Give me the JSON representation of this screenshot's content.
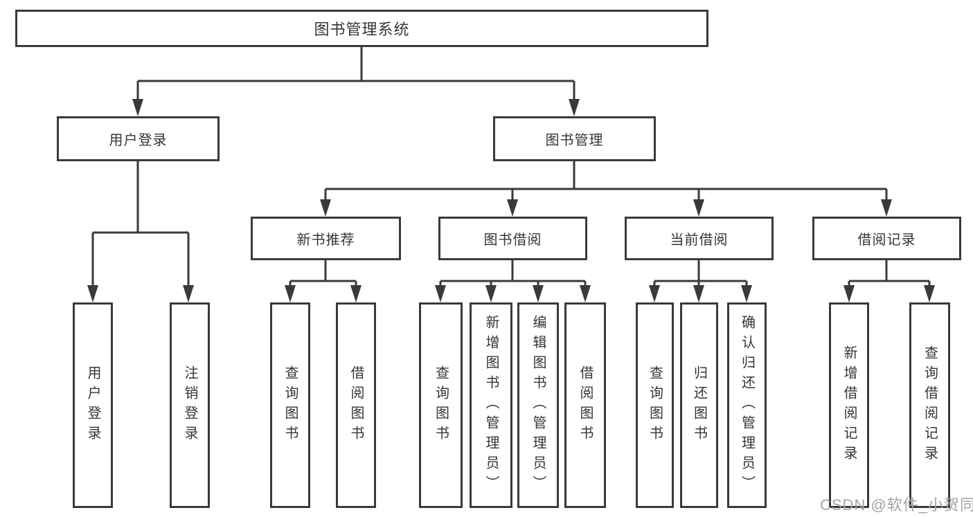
{
  "diagram": {
    "root": "图书管理系统",
    "level1": [
      "用户登录",
      "图书管理"
    ],
    "level2": [
      "新书推荐",
      "图书借阅",
      "当前借阅",
      "借阅记录"
    ],
    "leaves": {
      "user_login": [
        "用户登录",
        "注销登录"
      ],
      "new_books": [
        "查询图书",
        "借阅图书"
      ],
      "book_borrowing": [
        "查询图书",
        "新增图书（管理员）",
        "编辑图书（管理员）",
        "借阅图书"
      ],
      "current_borrowing": [
        "查询图书",
        "归还图书",
        "确认归还（管理员）"
      ],
      "borrowing_records": [
        "新增借阅记录",
        "查询借阅记录"
      ]
    }
  },
  "watermark": "CSDN @软件_小贺同学",
  "colors": {
    "line": "#3a3a3a",
    "box_background": "#ffffff",
    "text": "#353535",
    "watermark": "#a3a3a3"
  }
}
